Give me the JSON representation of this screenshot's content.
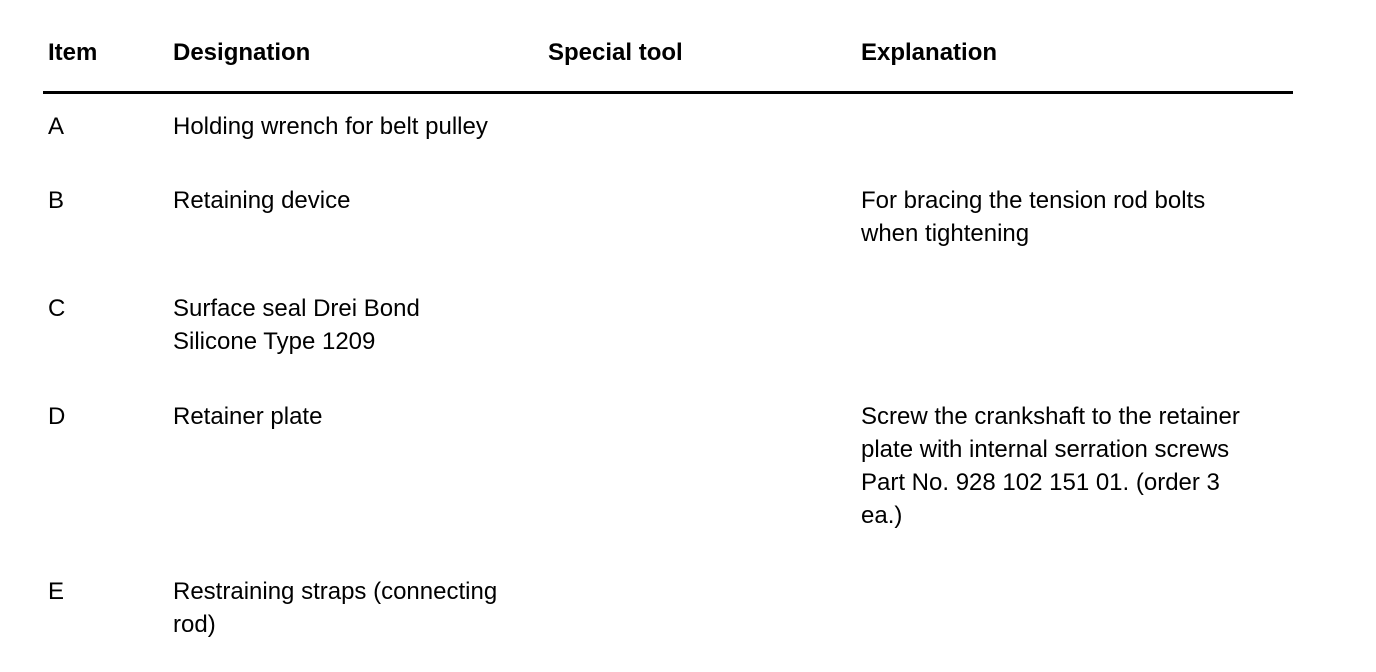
{
  "document": {
    "type": "special-tools-table",
    "colors": {
      "background": "#ffffff",
      "text": "#000000",
      "rule": "#000000"
    },
    "table": {
      "headers": {
        "item": "Item",
        "designation": "Designation",
        "special_tool": "Special tool",
        "explanation": "Explanation"
      },
      "rows": [
        {
          "item": "A",
          "designation": "Holding wrench for belt pulley",
          "special_tool": "",
          "explanation": ""
        },
        {
          "item": "B",
          "designation": "Retaining device",
          "special_tool": "",
          "explanation": "For bracing the tension rod bolts\nwhen tightening"
        },
        {
          "item": "C",
          "designation": "Surface seal Drei Bond\nSilicone Type 1209",
          "special_tool": "",
          "explanation": ""
        },
        {
          "item": "D",
          "designation": "Retainer plate",
          "special_tool": "",
          "explanation": "Screw the crankshaft to the retainer\nplate with internal serration screws\nPart No. 928 102 151 01. (order 3\nea.)"
        },
        {
          "item": "E",
          "designation": "Restraining straps (connecting\nrod)",
          "special_tool": "",
          "explanation": ""
        }
      ]
    }
  }
}
